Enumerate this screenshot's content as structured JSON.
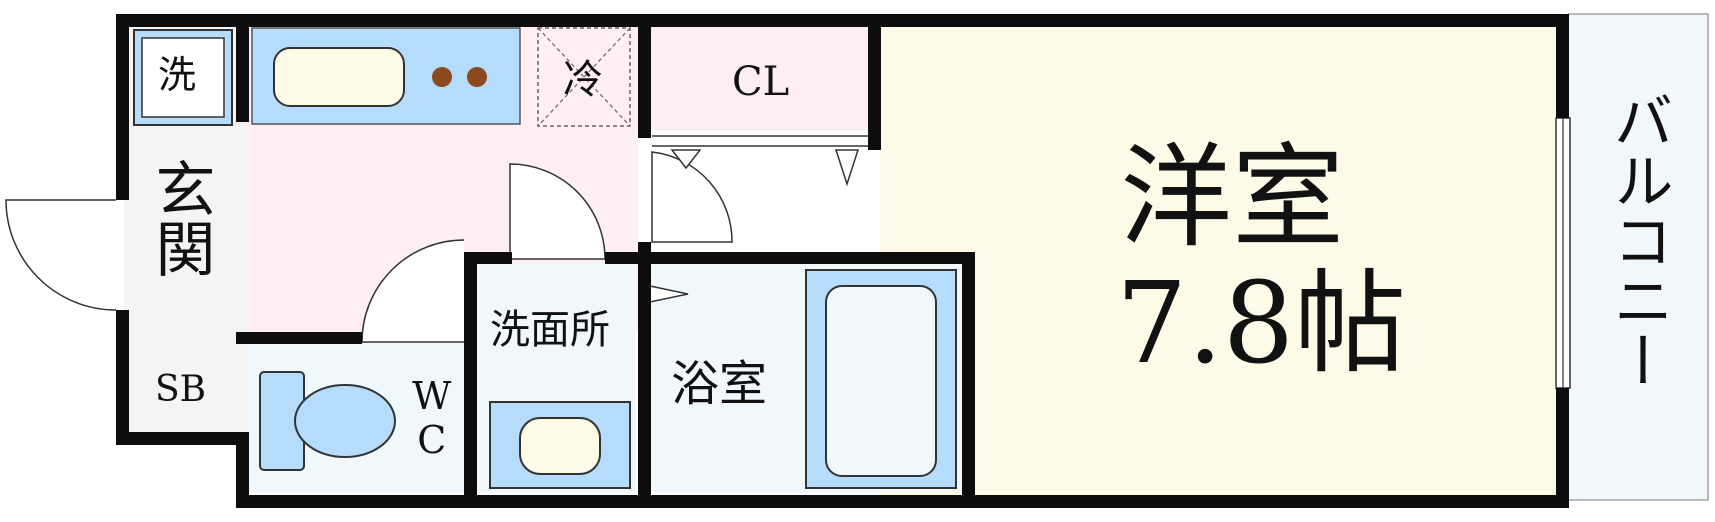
{
  "floor_plan": {
    "rooms": {
      "western_room": {
        "name": "洋室",
        "size": "7.8帖"
      },
      "bathroom": {
        "name": "浴室"
      },
      "washroom": {
        "name": "洗面所"
      },
      "toilet": {
        "name": "WC"
      },
      "entrance": {
        "name": "玄関"
      },
      "closet": {
        "name": "CL"
      },
      "shoe_box": {
        "name": "SB"
      },
      "balcony": {
        "name": "バルコニー"
      }
    },
    "fixtures": {
      "washer": "洗",
      "fridge": "冷"
    },
    "colors": {
      "wall": "#0d0d0d",
      "kitchen_floor": "#ffeff4",
      "western_room_floor": "#fdfbe7",
      "wet_area_floor": "#f0f8fc",
      "fixture_blue": "#b6dcfb",
      "closet_pink": "#fdeef1",
      "entrance_gray": "#f4f4f4",
      "stove_burner": "#8b4a1d",
      "balcony_floor": "#f0f8fc"
    }
  }
}
